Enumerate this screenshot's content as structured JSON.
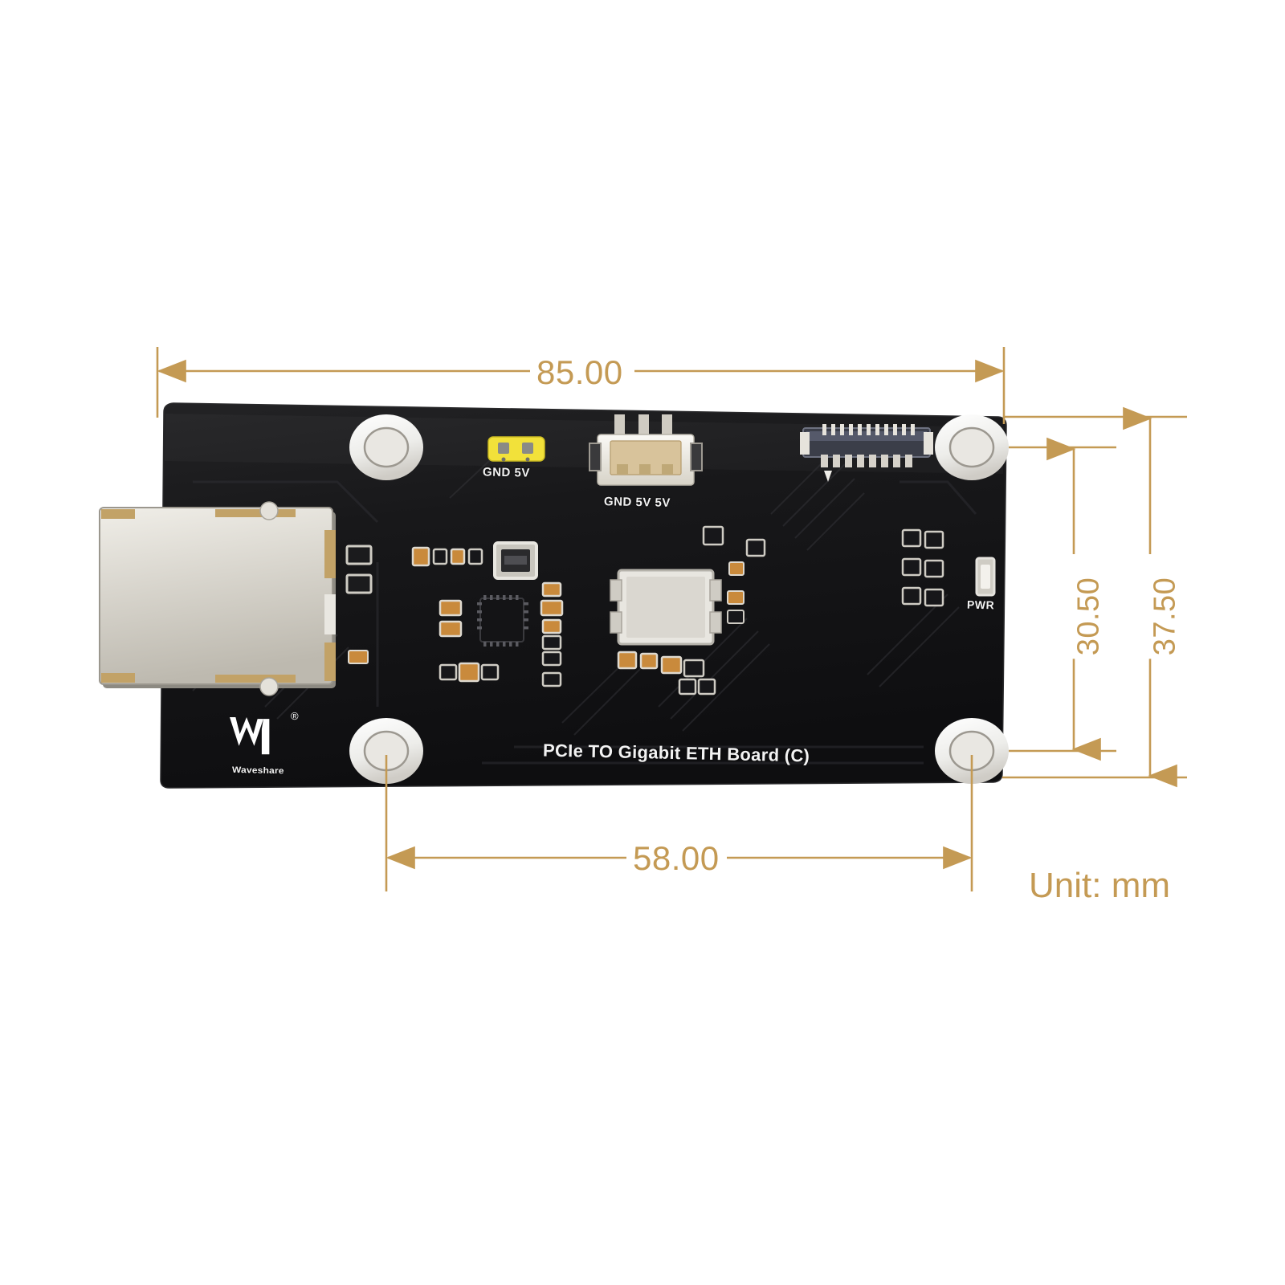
{
  "meta": {
    "subject": "PCIe TO Gigabit ETH Board (C) mechanical dimension drawing",
    "background_color": "#FFFFFF",
    "dimension_color": "#C49A54",
    "pcb_color": "#1A1A1C",
    "silkscreen_color": "#F2F2F2",
    "metal_color": "#D8D5CE"
  },
  "dimensions": {
    "unit_note": "Unit: mm",
    "top_width": "85.00",
    "bottom_hole_span": "58.00",
    "height_inner": "30.50",
    "height_outer": "37.50"
  },
  "board": {
    "name": "PCIe TO Gigabit ETH Board (C)",
    "brand_logo": "waveshare-logo",
    "brand_word": "Waveshare",
    "registered_mark": "®",
    "silkscreen": {
      "header_2pin": "GND 5V",
      "jst_connector": "GND 5V 5V",
      "power_led": "PWR"
    },
    "components": [
      {
        "name": "rj45-ethernet-jack",
        "type": "shielded-connector"
      },
      {
        "name": "yellow-2pin-header",
        "type": "pin-header"
      },
      {
        "name": "white-jst-connector",
        "type": "jst-connector"
      },
      {
        "name": "fpc-ribbon-connector",
        "type": "fpc-connector"
      },
      {
        "name": "crystal-oscillator",
        "type": "crystal"
      },
      {
        "name": "qfn-controller-ic",
        "type": "integrated-circuit"
      },
      {
        "name": "lan-magnetics-transformer",
        "type": "transformer"
      },
      {
        "name": "power-led",
        "type": "led"
      }
    ],
    "mounting_holes": 4
  }
}
